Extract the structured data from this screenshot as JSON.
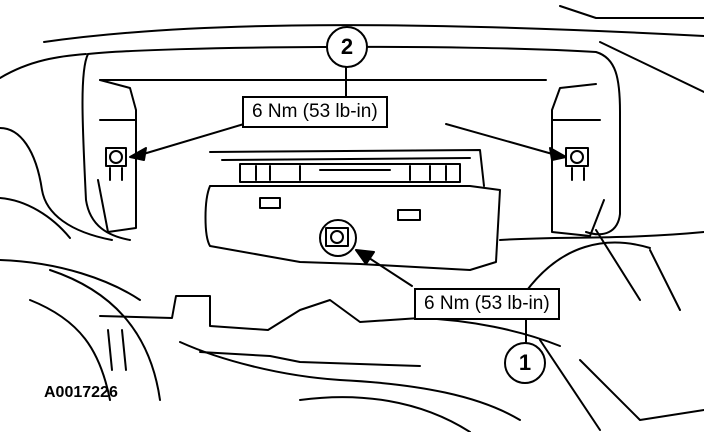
{
  "callouts": {
    "top": {
      "number": "2",
      "torque": "6 Nm (53 lb-in)"
    },
    "bottom": {
      "number": "1",
      "torque": "6 Nm (53 lb-in)"
    }
  },
  "figure_id": "A0017226"
}
